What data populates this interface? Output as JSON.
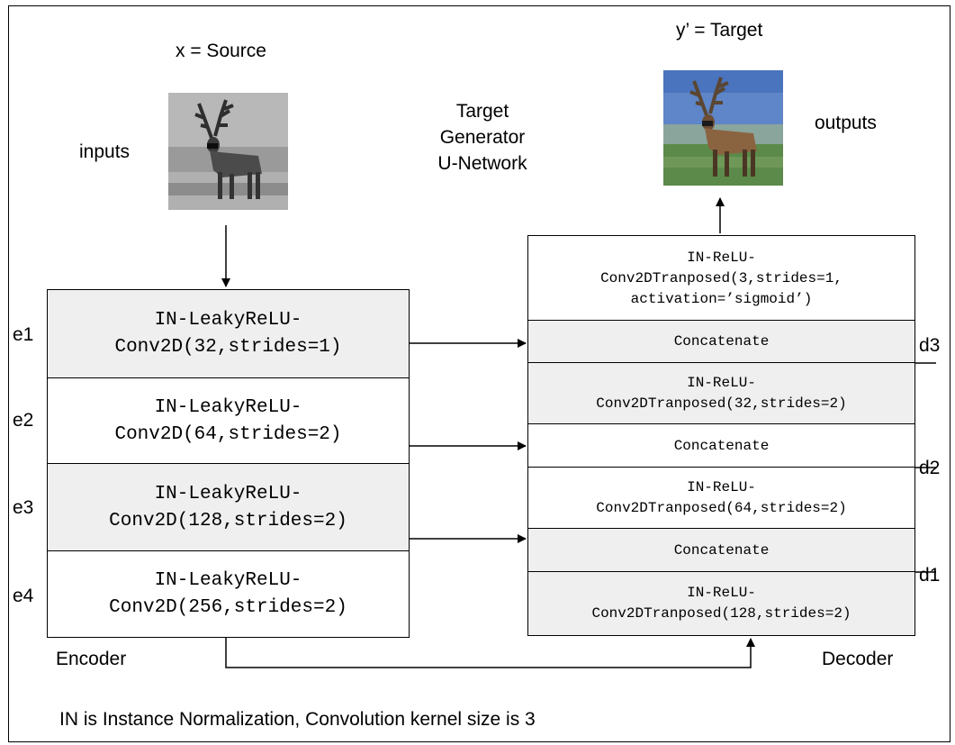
{
  "source_label": "x = Source",
  "target_label": "y’ = Target",
  "inputs_label": "inputs",
  "outputs_label": "outputs",
  "center_title": [
    "Target",
    "Generator",
    "U-Network"
  ],
  "encoder": {
    "label": "Encoder",
    "blocks": [
      {
        "tag": "e1",
        "line1": "IN-LeakyReLU-",
        "line2": "Conv2D(32,strides=1)"
      },
      {
        "tag": "e2",
        "line1": "IN-LeakyReLU-",
        "line2": "Conv2D(64,strides=2)"
      },
      {
        "tag": "e3",
        "line1": "IN-LeakyReLU-",
        "line2": "Conv2D(128,strides=2)"
      },
      {
        "tag": "e4",
        "line1": "IN-LeakyReLU-",
        "line2": "Conv2D(256,strides=2)"
      }
    ]
  },
  "decoder": {
    "label": "Decoder",
    "top_block": {
      "line1": "IN-ReLU-",
      "line2": "Conv2DTranposed(3,strides=1,",
      "line3": "activation=’sigmoid’)"
    },
    "concat_label": "Concatenate",
    "blocks": [
      {
        "tag": "d3",
        "line1": "IN-ReLU-",
        "line2": "Conv2DTranposed(32,strides=2)"
      },
      {
        "tag": "d2",
        "line1": "IN-ReLU-",
        "line2": "Conv2DTranposed(64,strides=2)"
      },
      {
        "tag": "d1",
        "line1": "IN-ReLU-",
        "line2": "Conv2DTranposed(128,strides=2)"
      }
    ]
  },
  "footnote": "IN is Instance Normalization, Convolution kernel size is 3"
}
